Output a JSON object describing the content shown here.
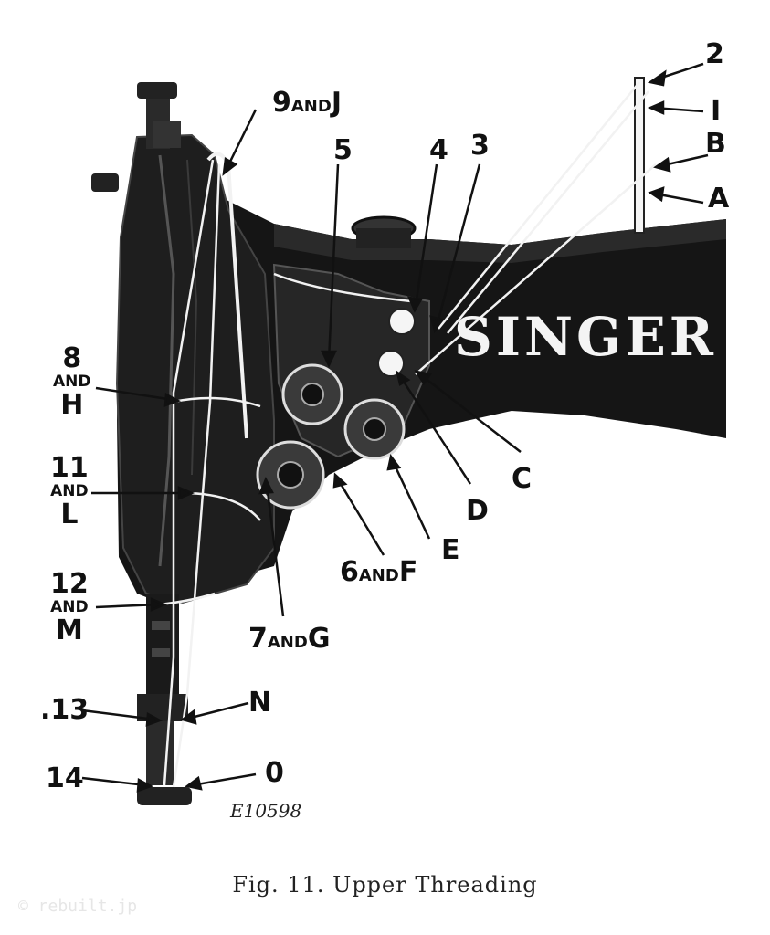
{
  "brand": "SINGER",
  "labels": {
    "l2": "2",
    "l1": "I",
    "lB": "B",
    "lA": "A",
    "l9": "9",
    "lJ": "J",
    "l5": "5",
    "l4": "4",
    "l3": "3",
    "l8": "8",
    "lH": "H",
    "l11": "11",
    "lL": "L",
    "l12": "12",
    "lM": "M",
    "lC": "C",
    "lD": "D",
    "lE": "E",
    "l6": "6",
    "lF": "F",
    "l7": "7",
    "lG": "G",
    "l13": ".13",
    "lN": "N",
    "l14": "14",
    "l0": "0",
    "and": "AND"
  },
  "figure_code": "E10598",
  "caption": "Fig. 11.   Upper Threading",
  "watermark": "© rebuilt.jp",
  "colors": {
    "ink": "#111111",
    "machine": "#1a1a1a",
    "thread": "#f2f2f2",
    "paper": "#ffffff"
  }
}
